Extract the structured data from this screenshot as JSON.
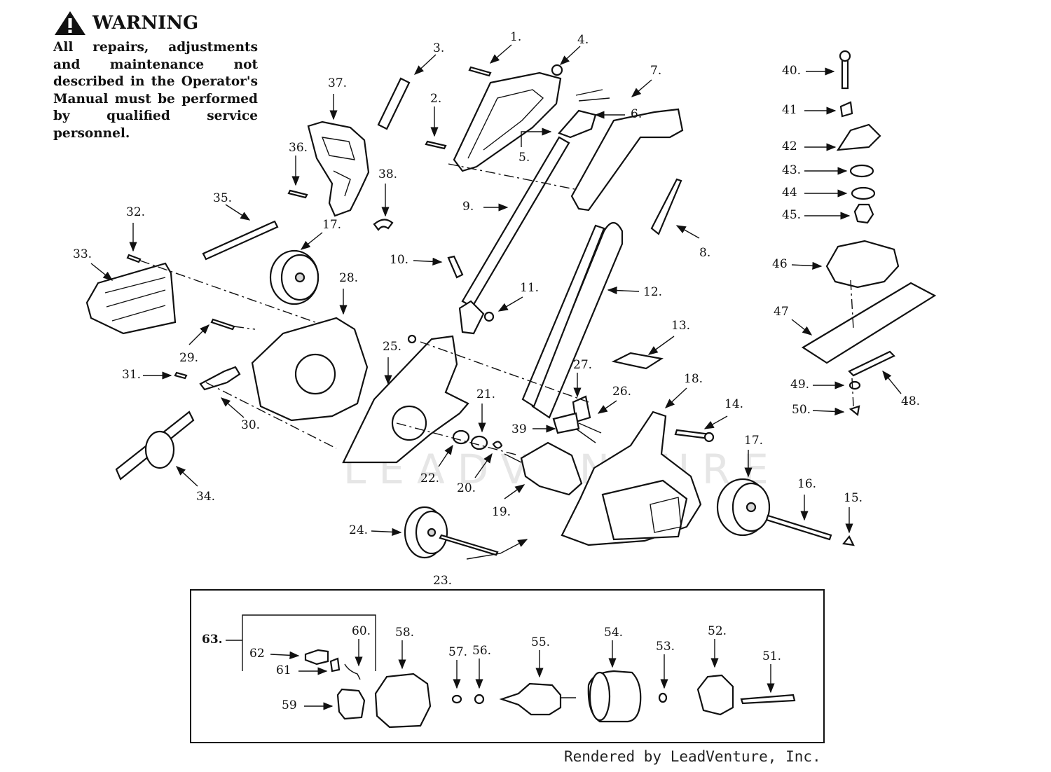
{
  "warning": {
    "title": "WARNING",
    "body": "All repairs, adjustments and maintenance not described in the Operator's Manual must be performed by qualified service personnel."
  },
  "watermark": "LEADVENTURE",
  "footer": "Rendered by LeadVenture, Inc.",
  "callouts": [
    {
      "id": "c1",
      "text": "1."
    },
    {
      "id": "c2",
      "text": "2."
    },
    {
      "id": "c3",
      "text": "3."
    },
    {
      "id": "c4",
      "text": "4."
    },
    {
      "id": "c5",
      "text": "5."
    },
    {
      "id": "c6",
      "text": "6."
    },
    {
      "id": "c7",
      "text": "7."
    },
    {
      "id": "c8",
      "text": "8."
    },
    {
      "id": "c9",
      "text": "9."
    },
    {
      "id": "c10",
      "text": "10."
    },
    {
      "id": "c11",
      "text": "11."
    },
    {
      "id": "c12",
      "text": "12."
    },
    {
      "id": "c13",
      "text": "13."
    },
    {
      "id": "c14",
      "text": "14."
    },
    {
      "id": "c15",
      "text": "15."
    },
    {
      "id": "c16",
      "text": "16."
    },
    {
      "id": "c17a",
      "text": "17."
    },
    {
      "id": "c17b",
      "text": "17."
    },
    {
      "id": "c18",
      "text": "18."
    },
    {
      "id": "c19",
      "text": "19."
    },
    {
      "id": "c20",
      "text": "20."
    },
    {
      "id": "c21",
      "text": "21."
    },
    {
      "id": "c22",
      "text": "22."
    },
    {
      "id": "c23",
      "text": "23."
    },
    {
      "id": "c24",
      "text": "24."
    },
    {
      "id": "c25",
      "text": "25."
    },
    {
      "id": "c26",
      "text": "26."
    },
    {
      "id": "c27",
      "text": "27."
    },
    {
      "id": "c28",
      "text": "28."
    },
    {
      "id": "c29",
      "text": "29."
    },
    {
      "id": "c30",
      "text": "30."
    },
    {
      "id": "c31",
      "text": "31."
    },
    {
      "id": "c32",
      "text": "32."
    },
    {
      "id": "c33",
      "text": "33."
    },
    {
      "id": "c34",
      "text": "34."
    },
    {
      "id": "c35",
      "text": "35."
    },
    {
      "id": "c36",
      "text": "36."
    },
    {
      "id": "c37",
      "text": "37."
    },
    {
      "id": "c38",
      "text": "38."
    },
    {
      "id": "c39",
      "text": "39"
    },
    {
      "id": "c40",
      "text": "40."
    },
    {
      "id": "c41",
      "text": "41"
    },
    {
      "id": "c42",
      "text": "42"
    },
    {
      "id": "c43",
      "text": "43."
    },
    {
      "id": "c44",
      "text": "44"
    },
    {
      "id": "c45",
      "text": "45."
    },
    {
      "id": "c46",
      "text": "46"
    },
    {
      "id": "c47",
      "text": "47"
    },
    {
      "id": "c48",
      "text": "48."
    },
    {
      "id": "c49",
      "text": "49."
    },
    {
      "id": "c50",
      "text": "50."
    },
    {
      "id": "c51",
      "text": "51."
    },
    {
      "id": "c52",
      "text": "52."
    },
    {
      "id": "c53",
      "text": "53."
    },
    {
      "id": "c54",
      "text": "54."
    },
    {
      "id": "c55",
      "text": "55."
    },
    {
      "id": "c56",
      "text": "56."
    },
    {
      "id": "c57",
      "text": "57."
    },
    {
      "id": "c58",
      "text": "58."
    },
    {
      "id": "c59",
      "text": "59"
    },
    {
      "id": "c60",
      "text": "60."
    },
    {
      "id": "c61",
      "text": "61"
    },
    {
      "id": "c62",
      "text": "62"
    },
    {
      "id": "c63",
      "text": "63."
    }
  ]
}
